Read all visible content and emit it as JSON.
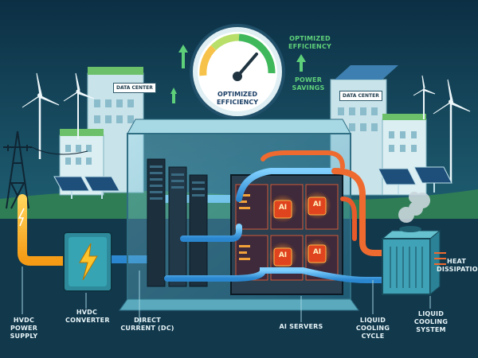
{
  "labels": {
    "hvdc_power_supply": "HVDC\nPOWER SUPPLY",
    "hvdc_converter": "HVDC\nCONVERTER",
    "direct_current": "DIRECT\nCURRENT (DC)",
    "ai_servers": "AI SERVERS",
    "liquid_cooling_cycle": "LIQUID\nCOOLING\nCYCLE",
    "liquid_cooling_system": "LIQUID\nCOOLING\nSYSTEM",
    "heat_dissipation": "HEAT\nDISSIPATION",
    "optimized_efficiency_side": "OPTIMIZED\nEFFICIENCY",
    "power_savings": "POWER\nSAVINGS",
    "gauge_text": "OPTIMIZED\nEFFICIENCY",
    "data_center_left": "DATA CENTER",
    "data_center_right": "DATA CENTER",
    "ai_chip": "AI"
  },
  "colors": {
    "background": "#0b2a3c",
    "sky": "#cfe8ee",
    "grass": "#2f7d55",
    "power_orange": "#ffb21f",
    "coolant_blue": "#3aa7e6",
    "hot_red": "#e85a2a",
    "efficiency_green": "#5fd07a"
  },
  "icons": [
    "wind-turbine-icon",
    "solar-panel-icon",
    "power-tower-icon",
    "lightning-bolt-icon",
    "gauge-icon",
    "steam-icon",
    "up-arrow-icon"
  ]
}
